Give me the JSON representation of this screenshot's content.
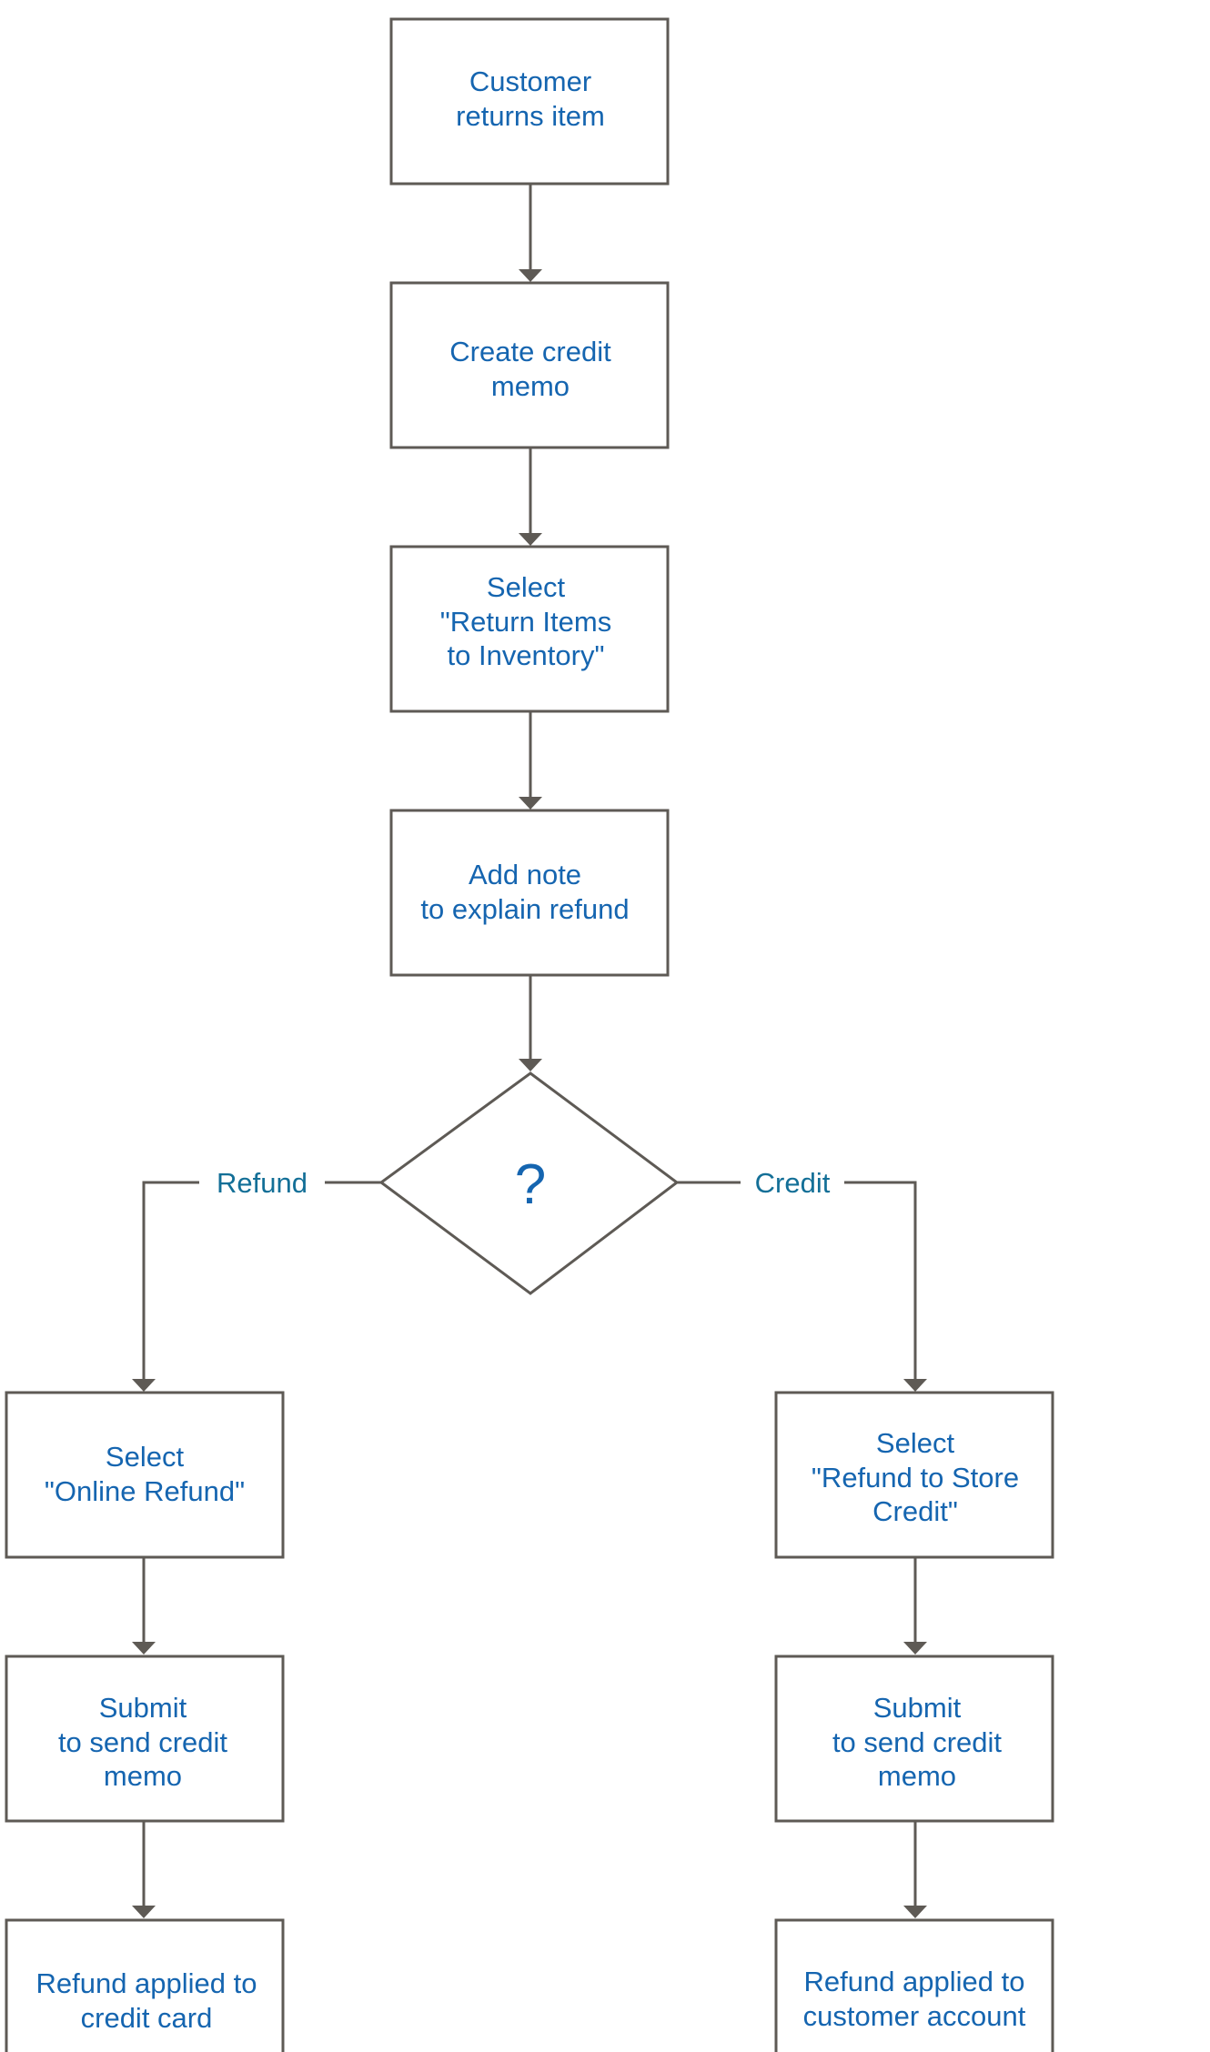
{
  "nodes": {
    "customer_returns": {
      "lines": [
        "Customer",
        "returns item"
      ]
    },
    "create_credit_memo": {
      "lines": [
        "Create credit",
        "memo"
      ]
    },
    "return_to_inventory": {
      "lines": [
        "Select",
        "\"Return Items",
        "to Inventory\""
      ]
    },
    "add_note": {
      "lines": [
        "Add note",
        "to explain refund"
      ]
    },
    "online_refund": {
      "lines": [
        "Select",
        "\"Online Refund\""
      ]
    },
    "submit_refund": {
      "lines": [
        "Submit",
        "to send credit",
        "memo"
      ]
    },
    "refund_credit_card": {
      "lines": [
        "Refund applied to",
        "credit card"
      ]
    },
    "store_credit": {
      "lines": [
        "Select",
        "\"Refund to Store",
        "Credit\""
      ]
    },
    "submit_credit": {
      "lines": [
        "Submit",
        "to send credit",
        "memo"
      ]
    },
    "refund_customer_account": {
      "lines": [
        "Refund applied to",
        "customer account"
      ]
    }
  },
  "decision": {
    "label": "?"
  },
  "branches": {
    "refund": "Refund",
    "credit": "Credit"
  },
  "colors": {
    "box_stroke": "#5e5a55",
    "node_text": "#1565b0",
    "branch_text": "#136f97"
  }
}
